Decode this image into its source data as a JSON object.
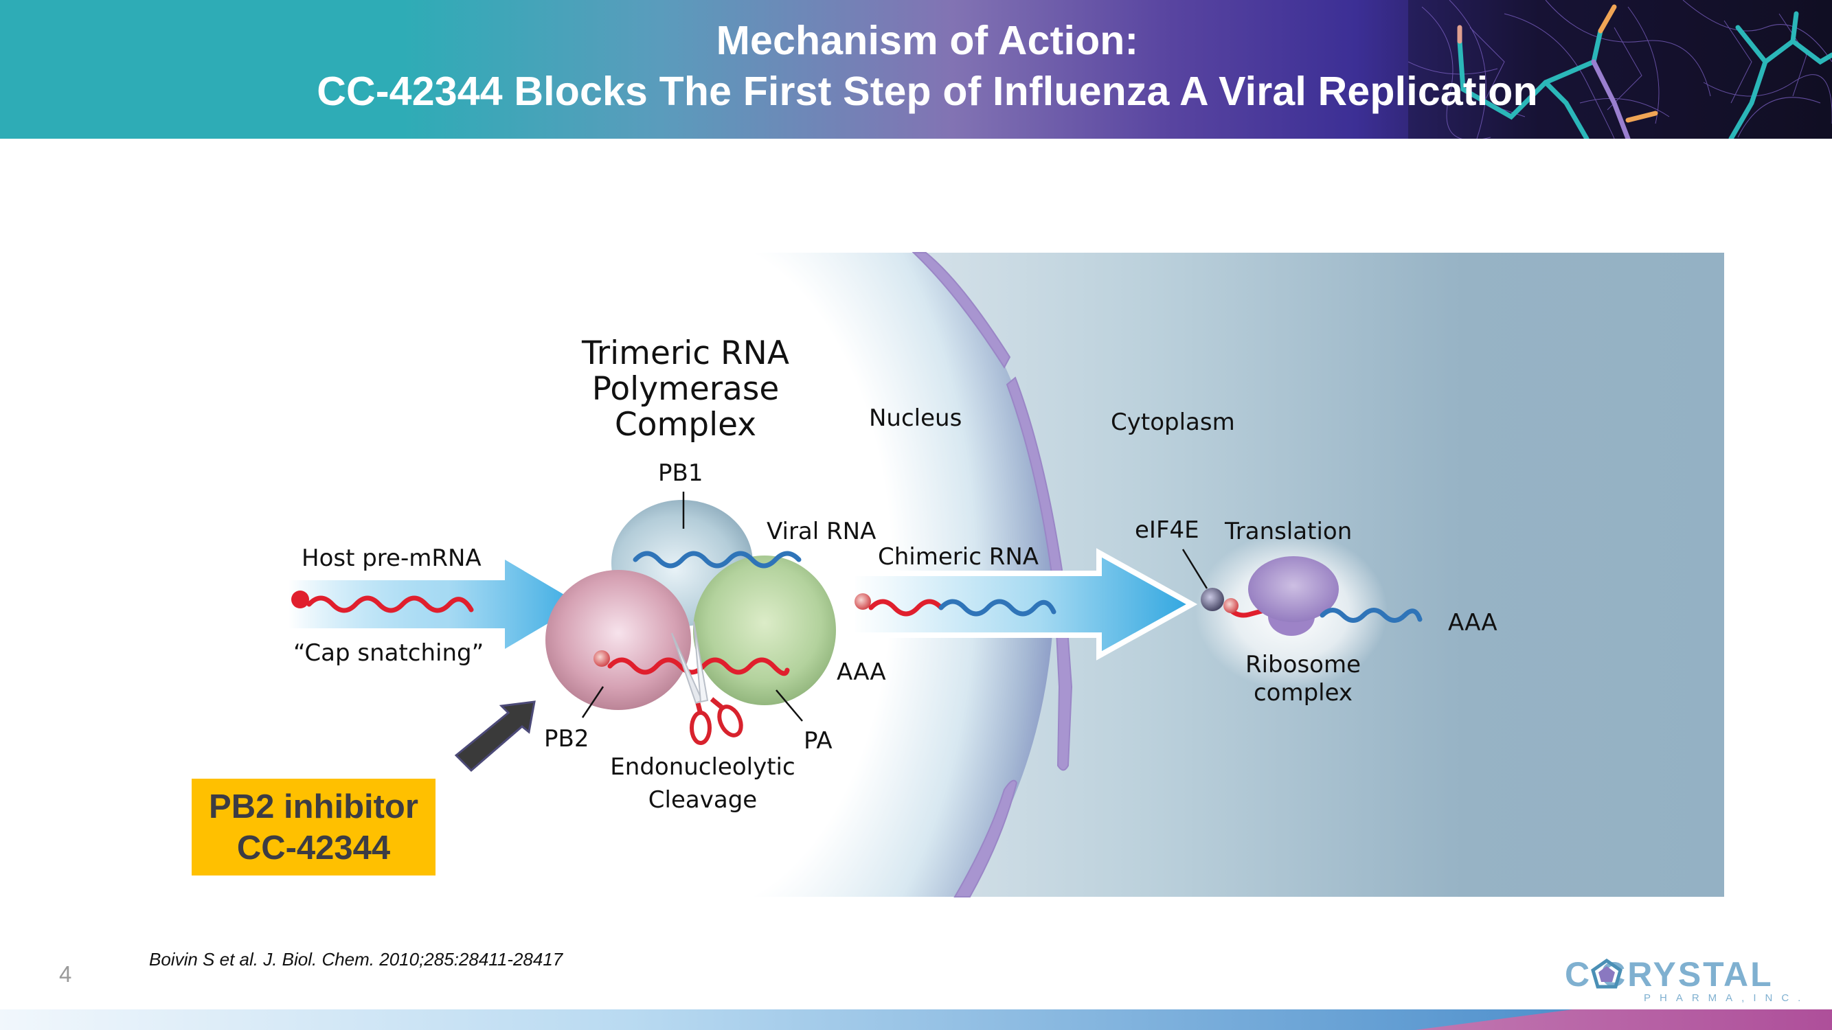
{
  "header": {
    "title_line1": "Mechanism of Action:",
    "title_line2": "CC-42344 Blocks The First Step of Influenza A Viral Replication",
    "art_icon": "protein-electron-density-mesh"
  },
  "diagram": {
    "complex_title": [
      "Trimeric RNA",
      "Polymerase",
      "Complex"
    ],
    "labels": {
      "pb1": "PB1",
      "pb2": "PB2",
      "pa": "PA",
      "viral_rna": "Viral RNA",
      "host_pre_mrna": "Host pre-mRNA",
      "cap_snatching": "“Cap snatching”",
      "aaa_complex": "AAA",
      "endonucleolytic": "Endonucleolytic",
      "cleavage": "Cleavage",
      "nucleus": "Nucleus",
      "cytoplasm": "Cytoplasm",
      "chimeric_rna": "Chimeric RNA",
      "eif4e": "eIF4E",
      "translation": "Translation",
      "ribosome": "Ribosome",
      "ribosome_complex": "complex",
      "aaa_ribosome": "AAA"
    },
    "colors": {
      "host_rna": "#e01f2d",
      "viral_rna": "#2f74b8",
      "pb1": "#9fbccb",
      "pb2": "#c9899c",
      "pa": "#9dc38a",
      "ribosome": "#9b7fc3",
      "membrane": "#a592cd",
      "flow_arrow": "#3aaee6",
      "inhibitor_arrow": "#3a3a3a"
    },
    "icons": [
      "scissors-icon",
      "inhibitor-arrow-icon",
      "flow-arrow-icon"
    ]
  },
  "inhibitor": {
    "line1": "PB2 inhibitor",
    "line2": "CC-42344",
    "color": "#ffc000"
  },
  "footer": {
    "page_number": "4",
    "citation": "Boivin S et al. J. Biol. Chem. 2010;285:28411-28417",
    "logo_word": "C CRYSTAL",
    "logo_sub": "PHARMA,INC."
  }
}
